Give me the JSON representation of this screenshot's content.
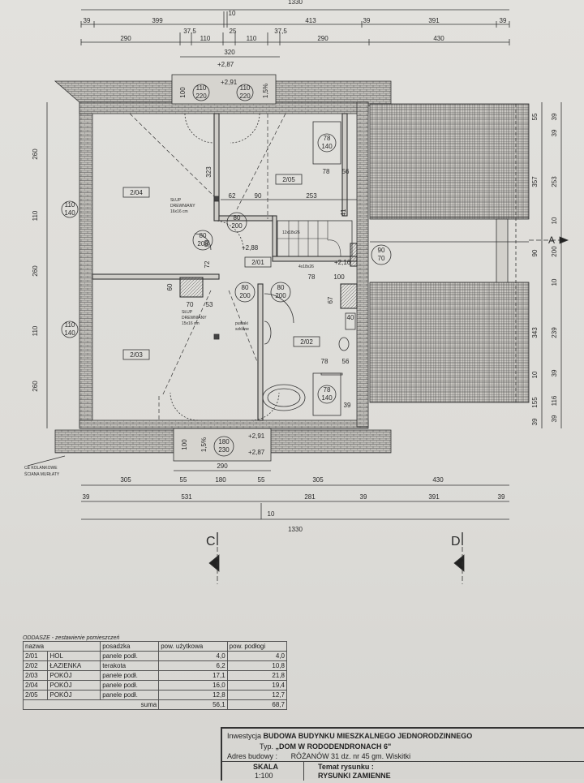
{
  "dims": {
    "top_total": "1330",
    "top_row2": [
      "39",
      "399",
      "10",
      "413",
      "39",
      "391",
      "39"
    ],
    "top_row3": [
      "290",
      "37,5",
      "110",
      "25",
      "110",
      "37,5",
      "290",
      "430"
    ],
    "top_row4": "320",
    "bot_row1": "290",
    "bot_row2": [
      "305",
      "55",
      "180",
      "55",
      "305",
      "430"
    ],
    "bot_row3": [
      "39",
      "531",
      "281",
      "39",
      "391",
      "39"
    ],
    "bot_row4": "10",
    "bot_total": "1330",
    "left": [
      "260",
      "110",
      "260",
      "110",
      "260"
    ],
    "right": [
      "55",
      "39",
      "39",
      "357",
      "253",
      "10",
      "200",
      "90",
      "10",
      "343",
      "239",
      "39",
      "10",
      "155",
      "116",
      "39",
      "39"
    ]
  },
  "elevations": {
    "top": [
      "+2,87",
      "+2,91",
      "+2,88"
    ],
    "bottom": [
      "+2,91",
      "+2,87"
    ],
    "stair": "+2,16"
  },
  "openings": {
    "top_left": [
      "110",
      "220"
    ],
    "top_right": [
      "110",
      "220"
    ],
    "top_sill": "1,5%",
    "left_upper": [
      "110",
      "140"
    ],
    "left_lower": [
      "110",
      "140"
    ],
    "door_205": [
      "80",
      "200"
    ],
    "door_204": [
      "80",
      "200"
    ],
    "door_201a": [
      "80",
      "200"
    ],
    "door_201b": [
      "80",
      "200"
    ],
    "door_stair": [
      "90",
      "70"
    ],
    "bottom": [
      "180",
      "230"
    ],
    "bottom_sill": "1,5%",
    "bottom_side": "100",
    "skylight_205": [
      "78",
      "140"
    ],
    "skylight_202": [
      "78",
      "140"
    ]
  },
  "rooms": {
    "r204": "2/04",
    "r205": "2/05",
    "r201": "2/01",
    "r203": "2/03",
    "r202": "2/02"
  },
  "notes": {
    "slup1": [
      "SŁUP",
      "DREWNIANY",
      "16x16 cm"
    ],
    "slup2": [
      "SŁUP",
      "DREWNIANY",
      "15x16 cm"
    ],
    "kominy": [
      "pustaki",
      "szklane"
    ],
    "stairs1": "12x18x26",
    "stairs2": "4x18x26",
    "legend": [
      "CE KOLANKOWE",
      "ŚCIANA MURŁATY"
    ],
    "axisA": "A"
  },
  "inner": {
    "d323": "323",
    "d62": "62",
    "d90a": "90",
    "d253": "253",
    "d90b": "90",
    "d72": "72",
    "d60": "60",
    "d70": "70",
    "d53": "53",
    "d78a": "78",
    "d56a": "56",
    "d67": "67",
    "d40": "40",
    "d78b": "78",
    "d100": "100",
    "d78c": "78",
    "d56b": "56",
    "d39": "39",
    "d41": "41"
  },
  "sections": {
    "c": "C",
    "d": "D"
  },
  "table": {
    "caption": "ODDASZE - zestawienie pomieszczeń",
    "headers": [
      "nazwa",
      "posadzka",
      "pow. użytkowa",
      "pow. podłogi"
    ],
    "rows": [
      [
        "2/01",
        "HOL",
        "panele podł.",
        "4,0",
        "4,0"
      ],
      [
        "2/02",
        "ŁAZIENKA",
        "terakota",
        "6,2",
        "10,8"
      ],
      [
        "2/03",
        "POKÓJ",
        "panele podł.",
        "17,1",
        "21,8"
      ],
      [
        "2/04",
        "POKÓJ",
        "panele podł.",
        "16,0",
        "19,4"
      ],
      [
        "2/05",
        "POKÓJ",
        "panele podł.",
        "12,8",
        "12,7"
      ]
    ],
    "sum_label": "suma",
    "sum_values": [
      "56,1",
      "68,7"
    ]
  },
  "titleblock": {
    "inwestycja_label": "Inwestycja",
    "inwestycja": "BUDOWA BUDYNKU MIESZKALNEGO JEDNORODZINNEGO",
    "typ_label": "Typ.",
    "typ": "„DOM W RODODENDRONACH 6\"",
    "adres_label": "Adres budowy :",
    "adres": "RÓŻANÓW 31 dz. nr 45 gm. Wiskitki",
    "skala_label": "SKALA",
    "skala": "1:100",
    "temat_label": "Temat rysunku :",
    "temat": "RYSUNKI ZAMIENNE"
  }
}
